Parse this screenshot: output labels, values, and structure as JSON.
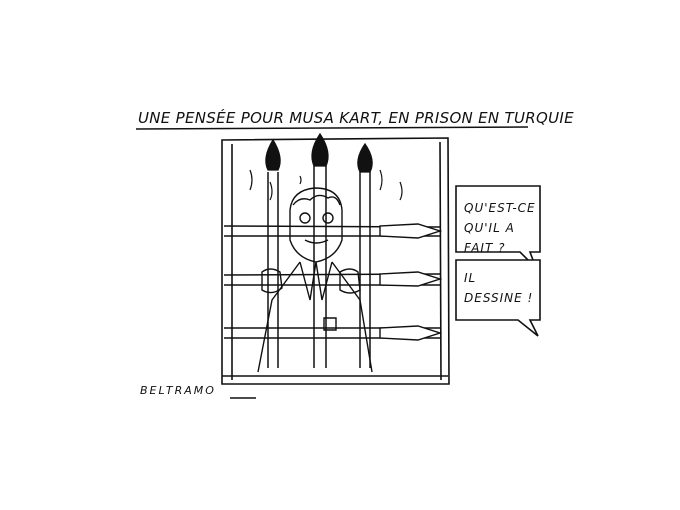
{
  "cartoon": {
    "title": "UNE PENSÉE POUR MUSA KART, EN PRISON EN TURQUIE",
    "signature": "BELTRAMO",
    "bubble_1": {
      "line1": "QU'EST-CE",
      "line2": "QU'IL A",
      "line3": "FAIT ?"
    },
    "bubble_2": {
      "line1": "IL",
      "line2": "DESSINE !"
    }
  }
}
